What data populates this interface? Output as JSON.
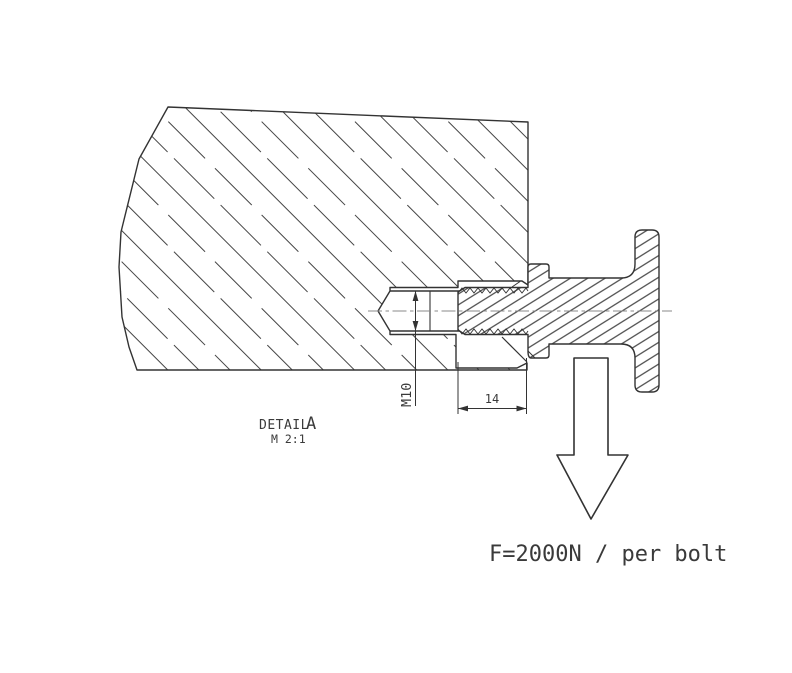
{
  "drawing": {
    "title": {
      "detail_label": "DETAIL",
      "detail_letter": "A",
      "scale_label": "M 2:1"
    },
    "dimensions": {
      "thread_size": "M10",
      "thread_engagement_length": "14"
    },
    "force_annotation": {
      "label": "F=2000N / per bolt"
    },
    "colors": {
      "line": "#333333",
      "hatch": "#454545",
      "centerline": "#8a8a8a",
      "background": "#ffffff"
    }
  }
}
